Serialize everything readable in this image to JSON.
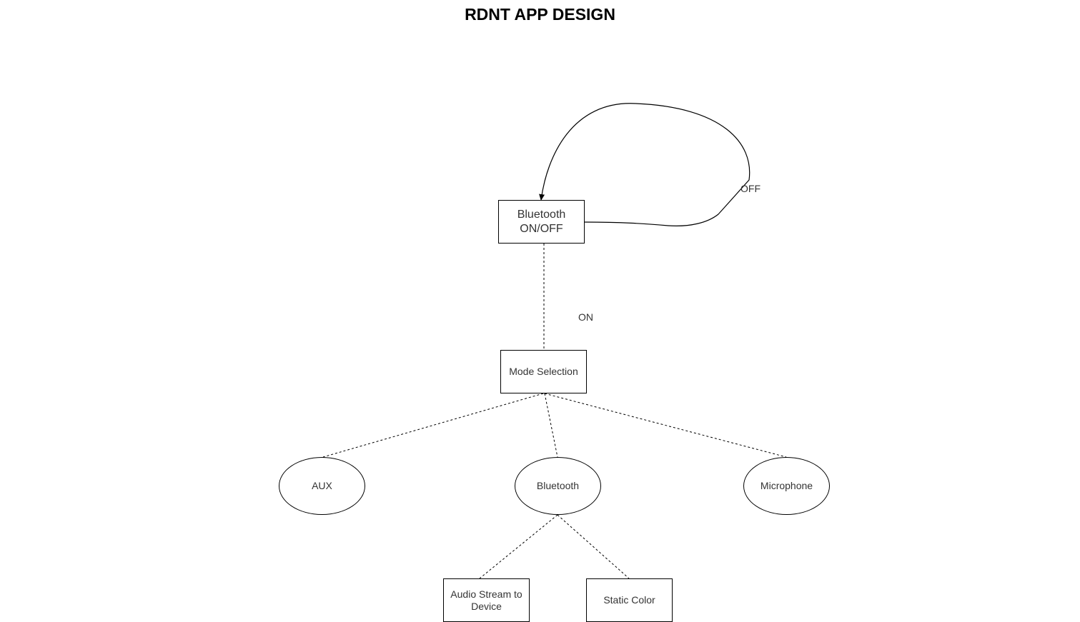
{
  "title": "RDNT APP DESIGN",
  "nodes": {
    "bluetooth_onoff": {
      "line1": "Bluetooth",
      "line2": "ON/OFF"
    },
    "mode_selection": "Mode Selection",
    "aux": "AUX",
    "bluetooth": "Bluetooth",
    "microphone": "Microphone",
    "audio_stream": {
      "line1": "Audio Stream to",
      "line2": "Device"
    },
    "static_color": "Static Color"
  },
  "edges": {
    "on_label": "ON",
    "off_label": "OFF"
  },
  "colors": {
    "stroke": "#000000",
    "text": "#333333",
    "background": "#ffffff"
  }
}
